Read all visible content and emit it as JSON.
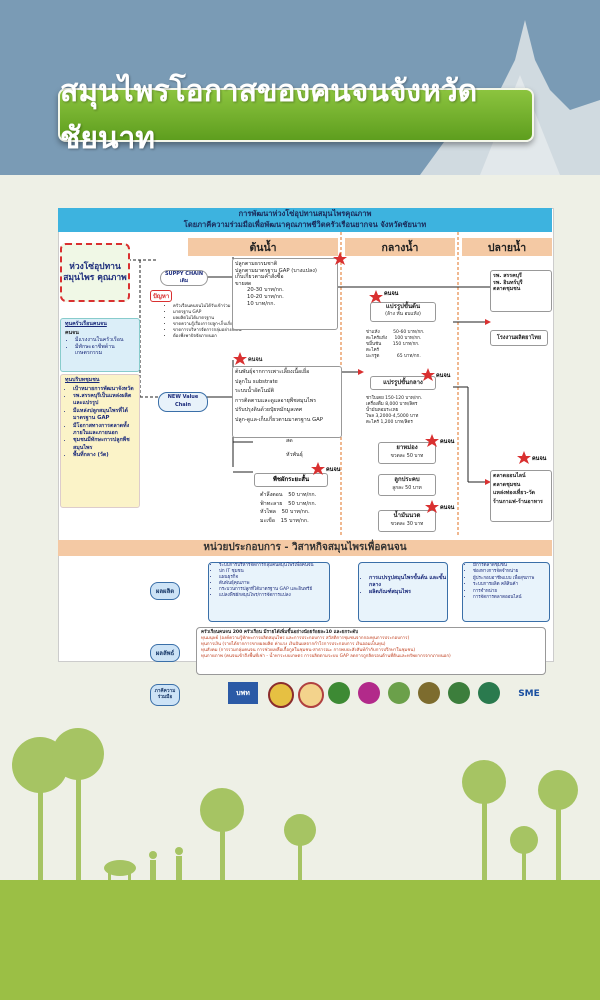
{
  "title": "สมุนไพรโอกาสของคนจนจังหวัดชัยนาท",
  "header": {
    "line1": "การพัฒนาห่วงโซ่อุปทานสมุนไพรคุณภาพ",
    "line2": "โดยภาคีความร่วมมือเพื่อพัฒนาคุณภาพชีวิตครัวเรือนยากจน จังหวัดชัยนาท"
  },
  "columns": {
    "upstream": "ต้นน้ำ",
    "midstream": "กลางน้ำ",
    "downstream": "ปลายน้ำ"
  },
  "left": {
    "chain_title": "ห่วงโซ่อุปทาน สมุนไพร คุณภาพ",
    "household_title": "ทุนครัวเรือนคนจน",
    "household_sub": "คนจน",
    "household_items": [
      "มีแรงงานในครัวเรือน",
      "มีทักษะอาชีพด้านเกษตรกรรม"
    ],
    "capital_title": "ทุนบริบทชุมชน",
    "capital_items": [
      "เป้าหมายการพัฒนาจังหวัด",
      "รพ.สรรคบุรีเป็นแหล่งผลิตและแปรรูป",
      "มีแหล่งปลูกสมุนไพรที่ได้มาตรฐาน GAP",
      "มีโอกาสทางการตลาดทั้งภายในและภายนอก",
      "ชุมชนมีทักษะการปลูกพืชสมุนไพร",
      "พื้นที่กลาง (วัด)"
    ]
  },
  "supply_chain_label": "SUPPY CHAIN เดิม",
  "problem_label": "ปัญหา",
  "problem_items": [
    "ครัวเรือนคนจนไม่ได้รับเข้าร่วม",
    "มาตรฐาน GAP",
    "ผลผลิตไม่ได้มาตรฐาน",
    "ขาดความรู้เรื่องการปลูก-เก็บเกี่ยว",
    "ขาดการบริหารจัดการกลุ่มอย่างยั่งยืน",
    "ต้องพึ่งพาปัจจัยภายนอก"
  ],
  "old_chain_items": [
    "ปลูกตามธรรมชาติ",
    "ปลูกตามมาตรฐาน GAP (บางแปลง)",
    "เก็บเกี่ยวตามคำสั่งซื้อ",
    "ขายสด"
  ],
  "old_prices": [
    "20-30 บาท/กก.",
    "10-20 บาท/กก.",
    "10 บาท/กก."
  ],
  "new_chain_label": "NEW Value Chain",
  "poor_tag": "คนจน",
  "new_chain_items": [
    "ต้นพันธุ์จากการเพาะเลี้ยงเนื้อเยื่อ",
    "ปลูกใน substrate",
    "ระบบน้ำอัตโนมัติ",
    "การติดตามและดูแลอายุพืชสมุนไพร",
    "ปรับปรุงดินด้วยปุ๋ยหมักมูลเทศ",
    "ปลูก-ดูแล-เก็บเกี่ยวตามมาตรฐาน GAP"
  ],
  "fresh_label": "สด",
  "dry_label": "หัวพันธุ์",
  "varieties_title": "พืชผักระยะสั้น",
  "varieties": [
    {
      "name": "ตำลึงตอน",
      "price": "50 บาท/กก."
    },
    {
      "name": "ฟ้าทะลาย",
      "price": "50 บาท/กก."
    },
    {
      "name": "หัวไพล",
      "price": "50 บาท/กก."
    },
    {
      "name": "มะเขือ",
      "price": "15 บาท/กก."
    }
  ],
  "mid": {
    "dried_title": "แปรรูปขั้นต้น",
    "dried_sub": "(ล้าง หั่น อบแห้ง)",
    "dried_prices": [
      [
        "ข่าแห้ง",
        "50-60 บาท/กก."
      ],
      [
        "ตะไคร้แห้ง",
        "100 บาท/กก."
      ],
      [
        "ขมิ้นชัน",
        "150 บาท/กก."
      ],
      [
        "ตะไคร้",
        ""
      ],
      [
        "มะกรูด",
        "65 บาท/กก."
      ]
    ],
    "mid_title": "แปรรูปขั้นกลาง",
    "mid_prices": [
      [
        "ชาใบเตย",
        "150-120 บาท/กก."
      ],
      [
        "เครื่องดื่ม",
        "8,000 บาท/ลิตร"
      ],
      [
        "น้ำมันหอมระเหย",
        ""
      ],
      [
        "ไพล",
        "3,2000-4,5000 บาท"
      ],
      [
        "ตะไคร้",
        "1,200 บาท/ลิตร"
      ]
    ],
    "product1": "ยาหม่อง",
    "product1_price": "ขวดละ 50 บาท",
    "product2": "ลูกประคบ",
    "product2_price": "ลูกละ 50 บาท",
    "product3": "น้ำมันนวด",
    "product3_price": "ขวดละ 30 บาท"
  },
  "down": {
    "hospitals": [
      "รพ. สรรคบุรี",
      "รพ. อินทร์บุรี",
      "ตลาดชุมชน"
    ],
    "factory": "โรงงานผลิตยาไทย",
    "markets": [
      "ตลาดออนไลน์",
      "ตลาดชุมชน",
      "แหล่งท่องเที่ยว-วัด",
      "ร้านกาแฟ-ร้านอาหาร"
    ]
  },
  "bottom": {
    "title": "หน่วยประกอบการ - วิสาหกิจสมุนไพรเพื่อคนจน",
    "output_label": "ผลผลิต",
    "output_col1": [
      "ระบบการบริหารจัดการกลุ่มคนสมุนไพรเพื่อคนจน",
      "ปก IT ชุมชน",
      "แผนธุรกิจ",
      "ต้นพันธุ์คุณภาพ",
      "กระบวนการปลูกที่ได้มาตรฐาน GAP และอินทรีย์",
      "แปลงพืชผักสมุนไพร/การจัดการแปลง"
    ],
    "output_col2": [
      "การแปรรูปสมุนไพรขั้นต้น และขั้นกลาง",
      "ผลิตภัณฑ์สมุนไพร"
    ],
    "output_col3": [
      "มีการตลาดชุมชน",
      "ช่องทางการจัดจำหน่าย",
      "ผู้ประกอบอาชีพแบบ เพื่อสุขภาพ",
      "ระบบการผลิต คลิสินค้า",
      "การจำหน่าย",
      "การจัดการตลาดออนไลน์"
    ],
    "outcome_label": "ผลลัพธ์",
    "outcome_lines": [
      "ครัวเรือนคนจน 200 ครัวเรือน มีรายได้เพิ่มขึ้นอย่างน้อยร้อยละ10 และยกระดับ",
      "ทุนมนุษย์ (องค์ความรู้ทักษะการผลิตสมุนไพร และการประกอบการ สวัสดิการชุมชนจากกองทุนการประกอบการ)",
      "ทุนการเงิน (รายได้จากการขายผลผลิต ค่าแรง เงินปันผลจากกำไรการประกอบการ เงินออมเป็นทุน)",
      "ทุนสังคม (การรวมกลุ่มคนจน การช่วยเหลือเกื้อกูลในชุมชน-สาธารณะ การพบปะสังสันท์กำกับการปรึกษาในชุมชน)",
      "ทุนกายภาพ (คนจนเข้าถึงพื้นที่เช่า - น้ำหาระบบเกษตร การผลิตตามระบบ GAP ลดการถูกลิดรอนด้านที่ดินและทรัพยากรจากภายนอก)"
    ],
    "partners_label": "ภาคีความร่วมมือ",
    "partners": [
      "บพท",
      "SME"
    ]
  },
  "colors": {
    "banner": "#6db531",
    "header": "#3db3df",
    "accent_red": "#d93030",
    "navy": "#1a2a7a",
    "tag_orange": "#f4c9a4"
  }
}
